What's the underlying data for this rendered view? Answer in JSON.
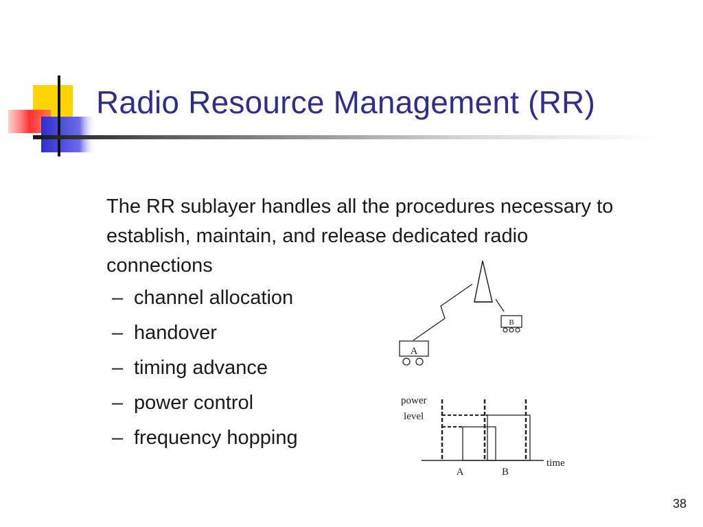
{
  "slide": {
    "title": "Radio Resource Management (RR)",
    "intro": "The RR sublayer handles all the procedures necessary to establish, maintain, and release dedicated radio connections",
    "bullets": [
      "channel allocation",
      "handover",
      "timing advance",
      "power control",
      "frequency hopping"
    ],
    "bullet_marker": "–",
    "page_number": "38"
  },
  "diagram": {
    "mobile_a_label": "A",
    "mobile_b_label": "B",
    "y_axis_label_line1": "power",
    "y_axis_label_line2": "level",
    "x_axis_label": "time",
    "x_marker_a": "A",
    "x_marker_b": "B"
  },
  "colors": {
    "title": "#2e2e8f",
    "accent_yellow": "#ffd400",
    "accent_red": "#ff3030",
    "accent_blue": "#2f2fd0"
  }
}
